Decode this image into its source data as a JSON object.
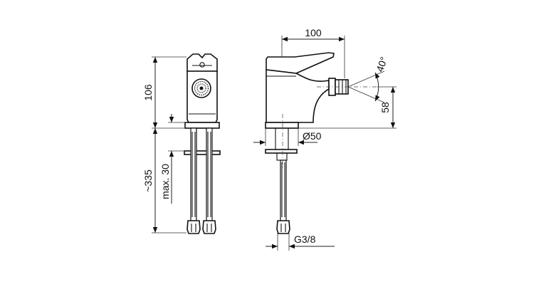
{
  "drawing": {
    "dimensions": {
      "height_body": "106",
      "total_length": "~335",
      "max_thickness": "max. 30",
      "width": "100",
      "angle": "40°",
      "outlet_height": "58",
      "base_diameter": "Ø50",
      "thread": "G3/8"
    }
  }
}
